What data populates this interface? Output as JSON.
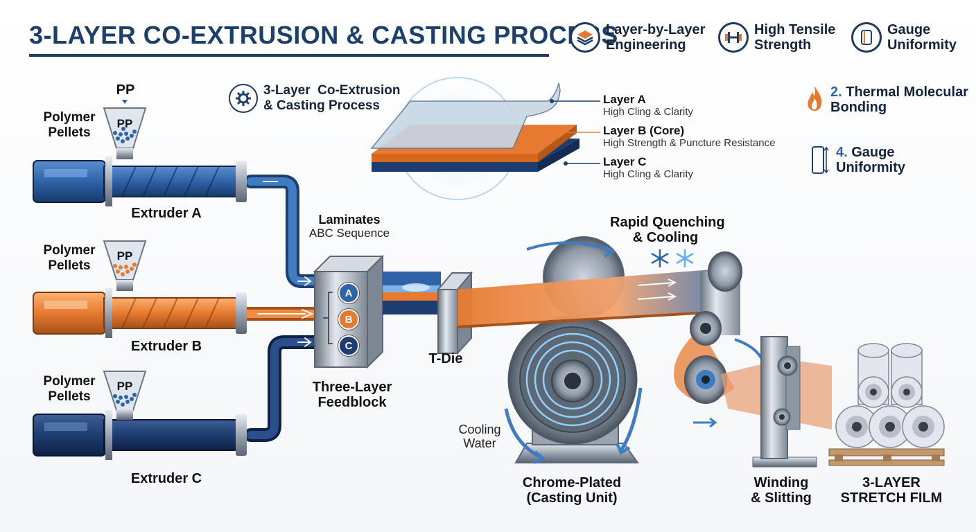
{
  "header": {
    "title": "3-LAYER CO-EXTRUSION & CASTING PROCESS",
    "features": [
      {
        "icon": "layers-icon",
        "label": "Layer-by-Layer\nEngineering"
      },
      {
        "icon": "dumbbell-icon",
        "label": "High Tensile\nStrength"
      },
      {
        "icon": "film-roll-icon",
        "label": "Gauge\nUniformity"
      }
    ]
  },
  "process_badge": {
    "icon": "gear-icon",
    "label": "3-Layer  Co-Extrusion\n& Casting Process"
  },
  "right_notes": [
    {
      "icon": "flame-icon",
      "number": "2.",
      "label": "Thermal Molecular\nBonding"
    },
    {
      "icon": "gauge-roll-icon",
      "number": "4.",
      "label": "Gauge\nUniformity"
    }
  ],
  "film_layers": [
    {
      "name": "Layer A",
      "desc": "High Cling & Clarity"
    },
    {
      "name": "Layer B (Core)",
      "desc": "High Strength & Puncture Resistance"
    },
    {
      "name": "Layer C",
      "desc": "High Cling & Clarity"
    }
  ],
  "extruders": [
    {
      "label": "Extruder A",
      "pellets": "Polymer\nPellets",
      "hopper": "PP",
      "material_top": "PP",
      "color": "#2e63a8"
    },
    {
      "label": "Extruder B",
      "pellets": "Polymer\nPellets",
      "hopper": "PP",
      "color": "#e67a30"
    },
    {
      "label": "Extruder C",
      "pellets": "Polymer\nPellets",
      "hopper": "PP",
      "color": "#1d3d70"
    }
  ],
  "feedblock": {
    "top_title": "Laminates",
    "top_sub": "ABC Sequence",
    "badges": [
      "A",
      "B",
      "C"
    ],
    "label": "Three-Layer\nFeedblock"
  },
  "tdie": {
    "label": "T-Die"
  },
  "quench": {
    "label": "Rapid Quenching\n& Cooling"
  },
  "casting": {
    "label": "Chrome-Plated\n(Casting Unit)",
    "water": "Cooling\nWater"
  },
  "winding": {
    "label": "Winding\n& Slitting"
  },
  "product": {
    "label": "3-LAYER\nSTRETCH FILM"
  },
  "colors": {
    "navy": "#1c3f6c",
    "blue": "#2e63a8",
    "orange": "#e67a30",
    "dark_blue": "#1d3d70"
  }
}
